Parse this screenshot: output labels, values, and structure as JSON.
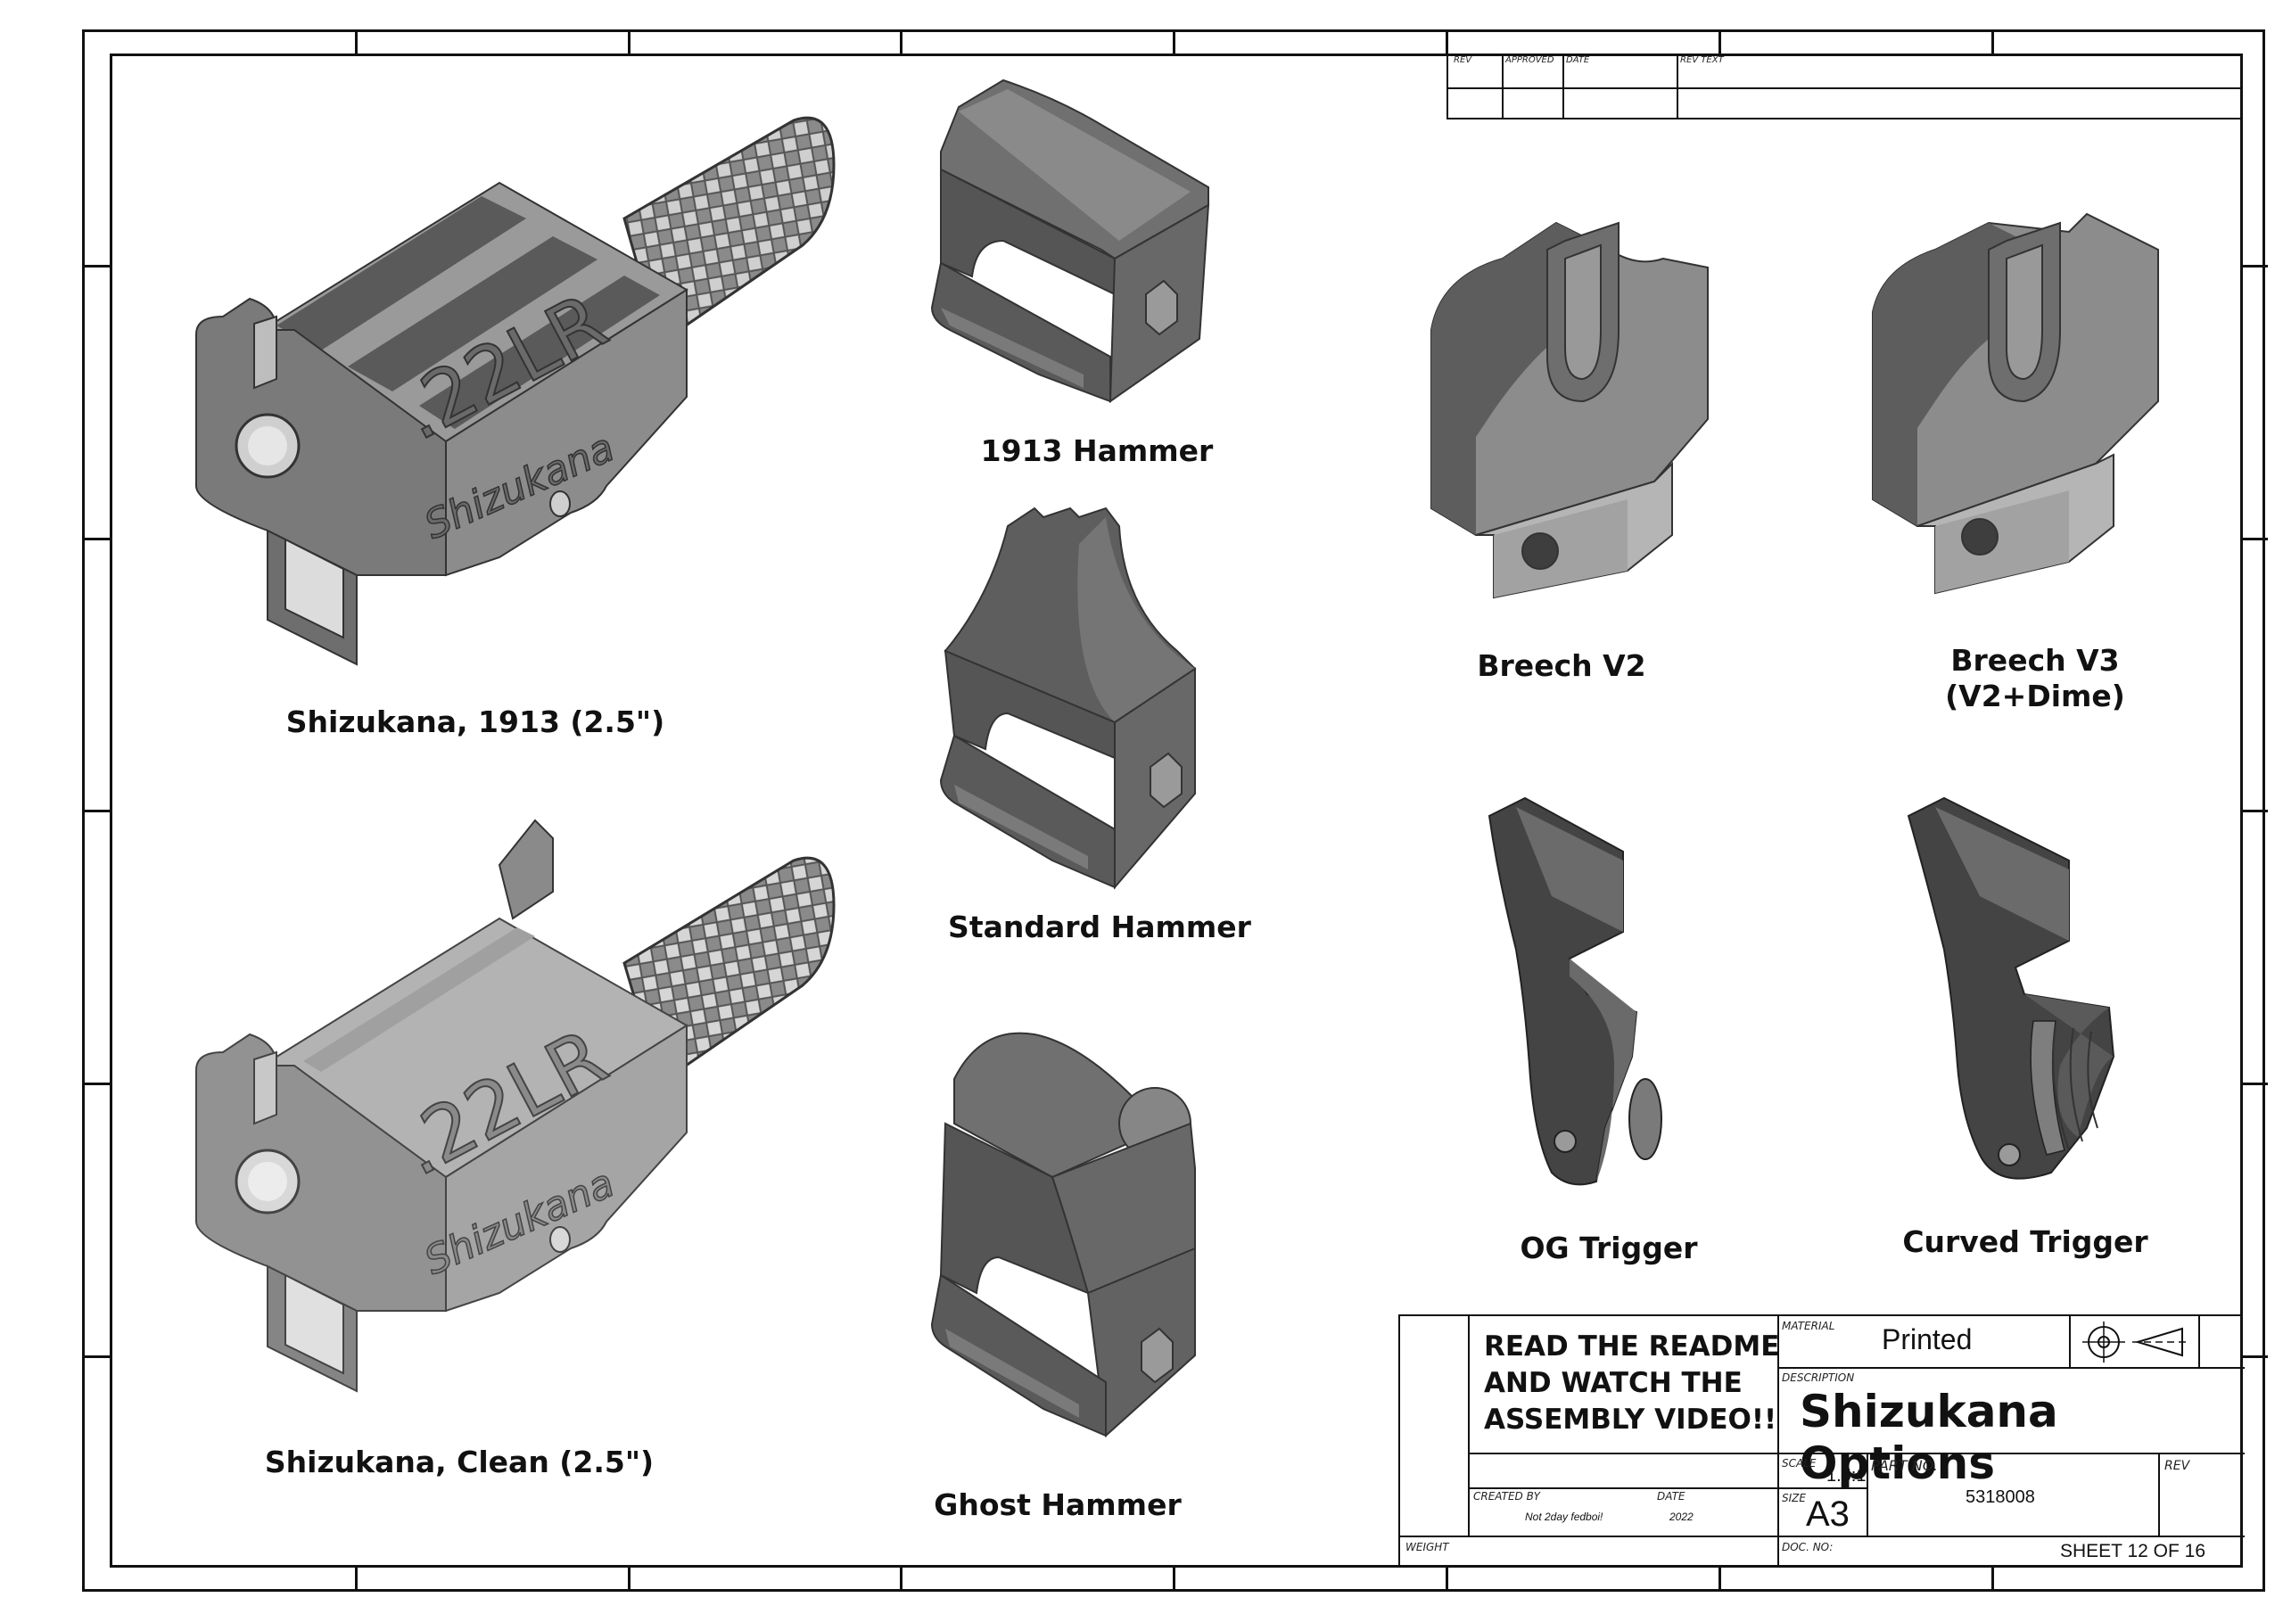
{
  "parts": [
    {
      "id": "shizukana-1913",
      "caption": "Shizukana, 1913 (2.5\")",
      "engraving_caliber": ".22LR",
      "engraving_brand": "Shizukana"
    },
    {
      "id": "shizukana-clean",
      "caption": "Shizukana, Clean (2.5\")",
      "engraving_caliber": ".22LR",
      "engraving_brand": "Shizukana"
    },
    {
      "id": "hammer-1913",
      "caption": "1913 Hammer"
    },
    {
      "id": "hammer-standard",
      "caption": "Standard Hammer"
    },
    {
      "id": "hammer-ghost",
      "caption": "Ghost Hammer"
    },
    {
      "id": "breech-v2",
      "caption": "Breech V2"
    },
    {
      "id": "breech-v3",
      "caption_line1": "Breech V3",
      "caption_line2": "(V2+Dime)"
    },
    {
      "id": "trigger-og",
      "caption": "OG Trigger"
    },
    {
      "id": "trigger-curved",
      "caption": "Curved Trigger"
    }
  ],
  "revision_table": {
    "headers": [
      "REV",
      "APPROVED",
      "DATE",
      "REV TEXT"
    ]
  },
  "title_block": {
    "note_lines": [
      "READ THE README",
      "AND WATCH THE",
      "ASSEMBLY VIDEO!!"
    ],
    "material_label": "MATERIAL",
    "material": "Printed",
    "description_label": "DESCRIPTION",
    "description": "Shizukana Options",
    "scale_label": "SCALE",
    "scale": "1.5:1",
    "part_no_label": "PART NO.",
    "part_no": "5318008",
    "rev_label": "REV",
    "created_by_label": "CREATED BY",
    "created_by": "Not 2day fedboi!",
    "date_label": "DATE",
    "date": "2022",
    "size_label": "SIZE",
    "size": "A3",
    "weight_label": "WEIGHT",
    "doc_no_label": "DOC. NO:",
    "sheet": "SHEET 12 OF 16"
  },
  "colors": {
    "part_dark": "#4a4a4a",
    "part_mid": "#6b6b6b",
    "part_light": "#8e8e8e",
    "part_shadow": "#3a3a3a",
    "frame": "#111111"
  }
}
